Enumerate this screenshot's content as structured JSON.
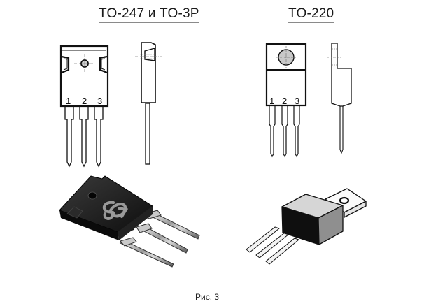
{
  "diagram": {
    "titles": {
      "left": "TO-247 и TO-3P",
      "right": "TO-220"
    },
    "packages": [
      {
        "name": "TO-247 и TO-3P",
        "views": [
          "front",
          "side",
          "3d"
        ],
        "pin_labels": [
          "1",
          "2",
          "3"
        ]
      },
      {
        "name": "TO-220",
        "views": [
          "front",
          "side",
          "3d"
        ],
        "pin_labels": [
          "1",
          "2",
          "3"
        ]
      }
    ],
    "caption": "Рис. 3"
  },
  "colors": {
    "outline": "#111111",
    "tab_gray": "#cccccc",
    "body_black": "#1b1b1b",
    "underline": "#8a8a8a"
  }
}
